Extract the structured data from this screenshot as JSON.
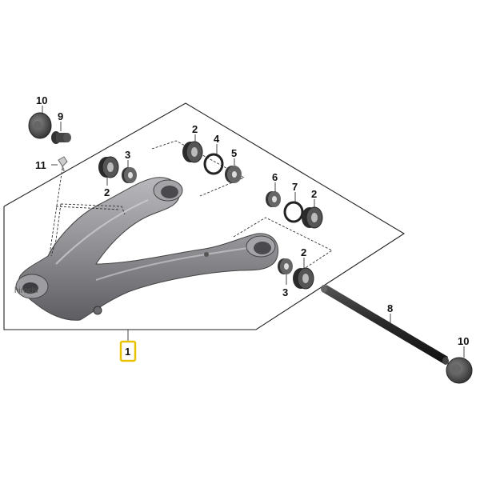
{
  "diagram": {
    "watermark": "hirochi",
    "highlight_color": "#e8c200",
    "callouts": {
      "c10_top": "10",
      "c9": "9",
      "c11": "11",
      "c3_left": "3",
      "c2_left": "2",
      "c2_mid": "2",
      "c4": "4",
      "c5": "5",
      "c6": "6",
      "c7": "7",
      "c2_right_upper": "2",
      "c2_right_lower": "2",
      "c3_right": "3",
      "c8": "8",
      "c10_bottom": "10",
      "c1": "1"
    }
  }
}
